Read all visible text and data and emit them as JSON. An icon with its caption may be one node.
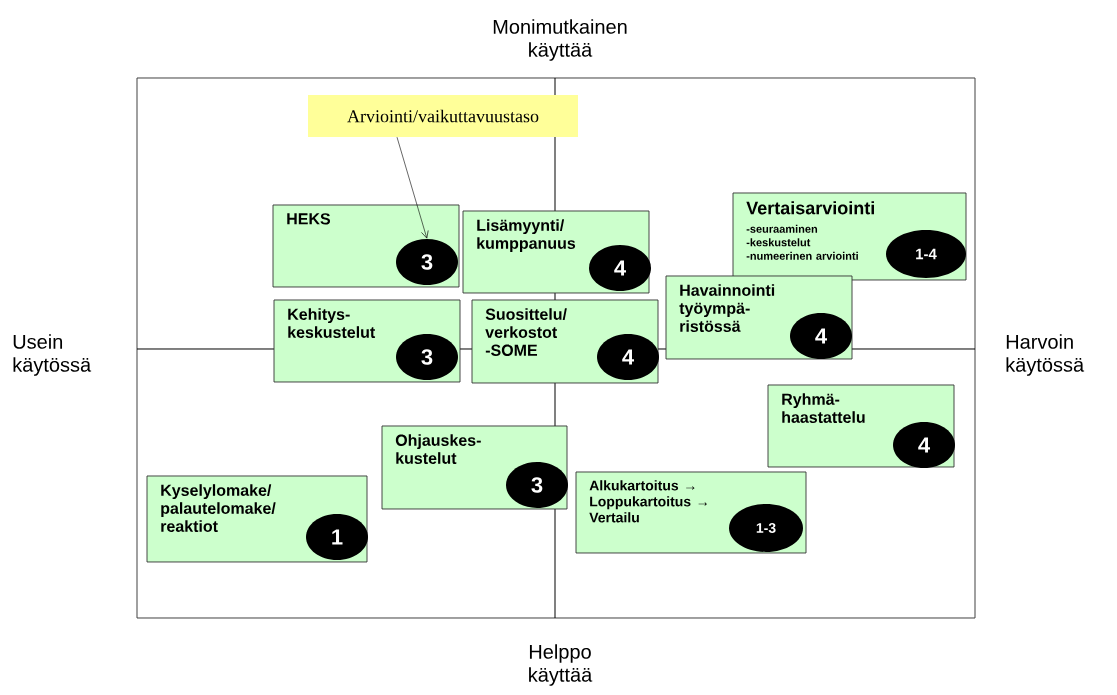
{
  "diagram": {
    "nodes": [
      {
        "text": [
          "Arviointi/vaikuttavuustaso"
        ]
      },
      {
        "text": [
          "HEKS"
        ]
      },
      {
        "text": [
          "3"
        ],
        "in": 1
      },
      {
        "text": [
          "Lisämyynti/ kumppanuus"
        ]
      },
      {
        "text": [
          "4"
        ],
        "in": 3
      },
      {
        "text": [
          "Vertaisarviointi",
          "-seuraaminen",
          "-keskustelut",
          "-numeerinen arviointi"
        ]
      },
      {
        "text": [
          "1-4"
        ],
        "in": 5
      },
      {
        "text": [
          "Kehitys- keskustelut"
        ]
      },
      {
        "text": [
          "3"
        ],
        "in": 7
      },
      {
        "text": [
          "Suosittelu/ verkostot -SOME"
        ]
      },
      {
        "text": [
          "4"
        ],
        "in": 9
      },
      {
        "text": [
          "Havainnointi työympä- ristössä"
        ]
      },
      {
        "text": [
          "4"
        ],
        "in": 11
      },
      {
        "text": [
          "Ryhmä- haastattelu"
        ]
      },
      {
        "text": [
          "4"
        ],
        "in": 13
      },
      {
        "text": [
          "Ohjauskes- kustelut"
        ]
      },
      {
        "text": [
          "3"
        ],
        "in": 15
      },
      {
        "text": [
          "Kyselylomake/ palautelomake/ reaktiot"
        ]
      },
      {
        "text": [
          "1"
        ],
        "in": 17
      },
      {
        "text": [
          "Alkukartoitus → Loppukartoitus → Vertailu"
        ]
      },
      {
        "text": [
          "1-3"
        ],
        "in": 19
      }
    ],
    "edges": [
      {
        "from": 0,
        "to": 2,
        "arrow": "to"
      }
    ],
    "labels": [
      "Monimutkainen käyttää",
      "Usein käytössä",
      "Harvoin käytössä",
      "Helppo käyttää"
    ]
  }
}
